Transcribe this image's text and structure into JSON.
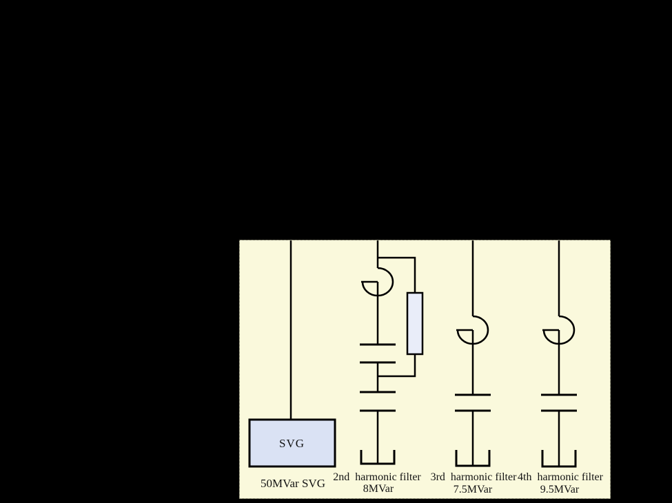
{
  "canvas": {
    "background": "#000000"
  },
  "panel": {
    "background": "#FAF9DC",
    "border_color": "#4A4A38",
    "line_color": "#000000"
  },
  "svg_unit": {
    "box_label": "SVG",
    "caption": "50MVar SVG",
    "box_fill": "#DAE2F4"
  },
  "damping_resistor": {
    "fill": "#E9EDF9"
  },
  "filters": [
    {
      "label": "2nd  harmonic filter",
      "rating": "8MVar"
    },
    {
      "label": "3rd  harmonic filter",
      "rating": "7.5MVar"
    },
    {
      "label": "4th  harmonic filter",
      "rating": "9.5MVar"
    }
  ]
}
